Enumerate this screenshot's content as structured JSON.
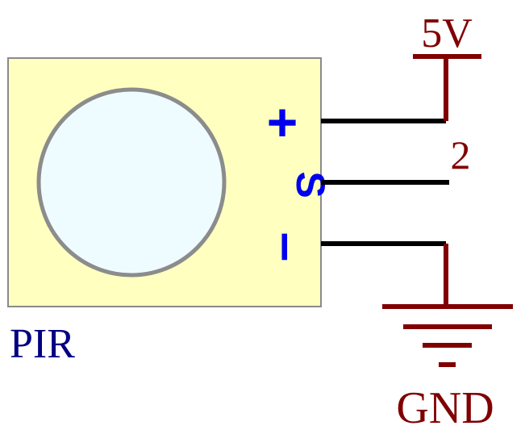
{
  "component": {
    "label": "PIR",
    "pins": {
      "plus": "+",
      "signal": "S",
      "minus": "–"
    }
  },
  "nets": {
    "power": "5V",
    "signal_pin": "2",
    "ground": "GND"
  },
  "colors": {
    "module_fill": "#ffffc0",
    "module_border": "#8a8a8a",
    "lens_fill": "#eefcff",
    "lens_border": "#8c8c8c",
    "pin_label": "#0000ee",
    "net_label": "#800000",
    "wire": "#000000",
    "component_label": "#000080"
  }
}
